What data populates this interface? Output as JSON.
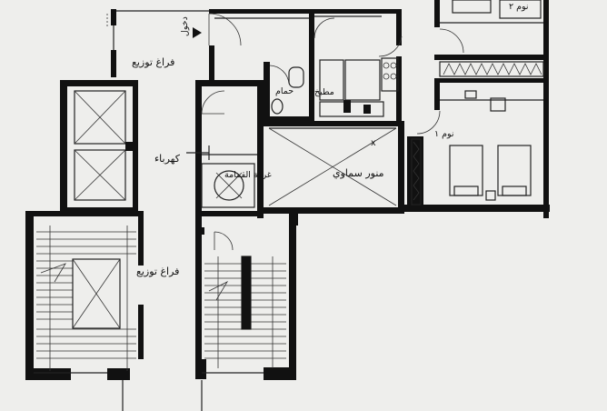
{
  "labels": {
    "lobby_top": "فراغ توزيع",
    "lobby_bottom": "فراغ توزيع",
    "electricity": "كهرباء",
    "trash_room": "غرفة القمامة",
    "skylight": "منور سماوي",
    "bathroom": "حمام",
    "kitchen": "مطبخ",
    "bedroom_1": "نوم ١",
    "bedroom_2": "نوم ٢",
    "entrance": "دخول",
    "mark_x": "x"
  }
}
